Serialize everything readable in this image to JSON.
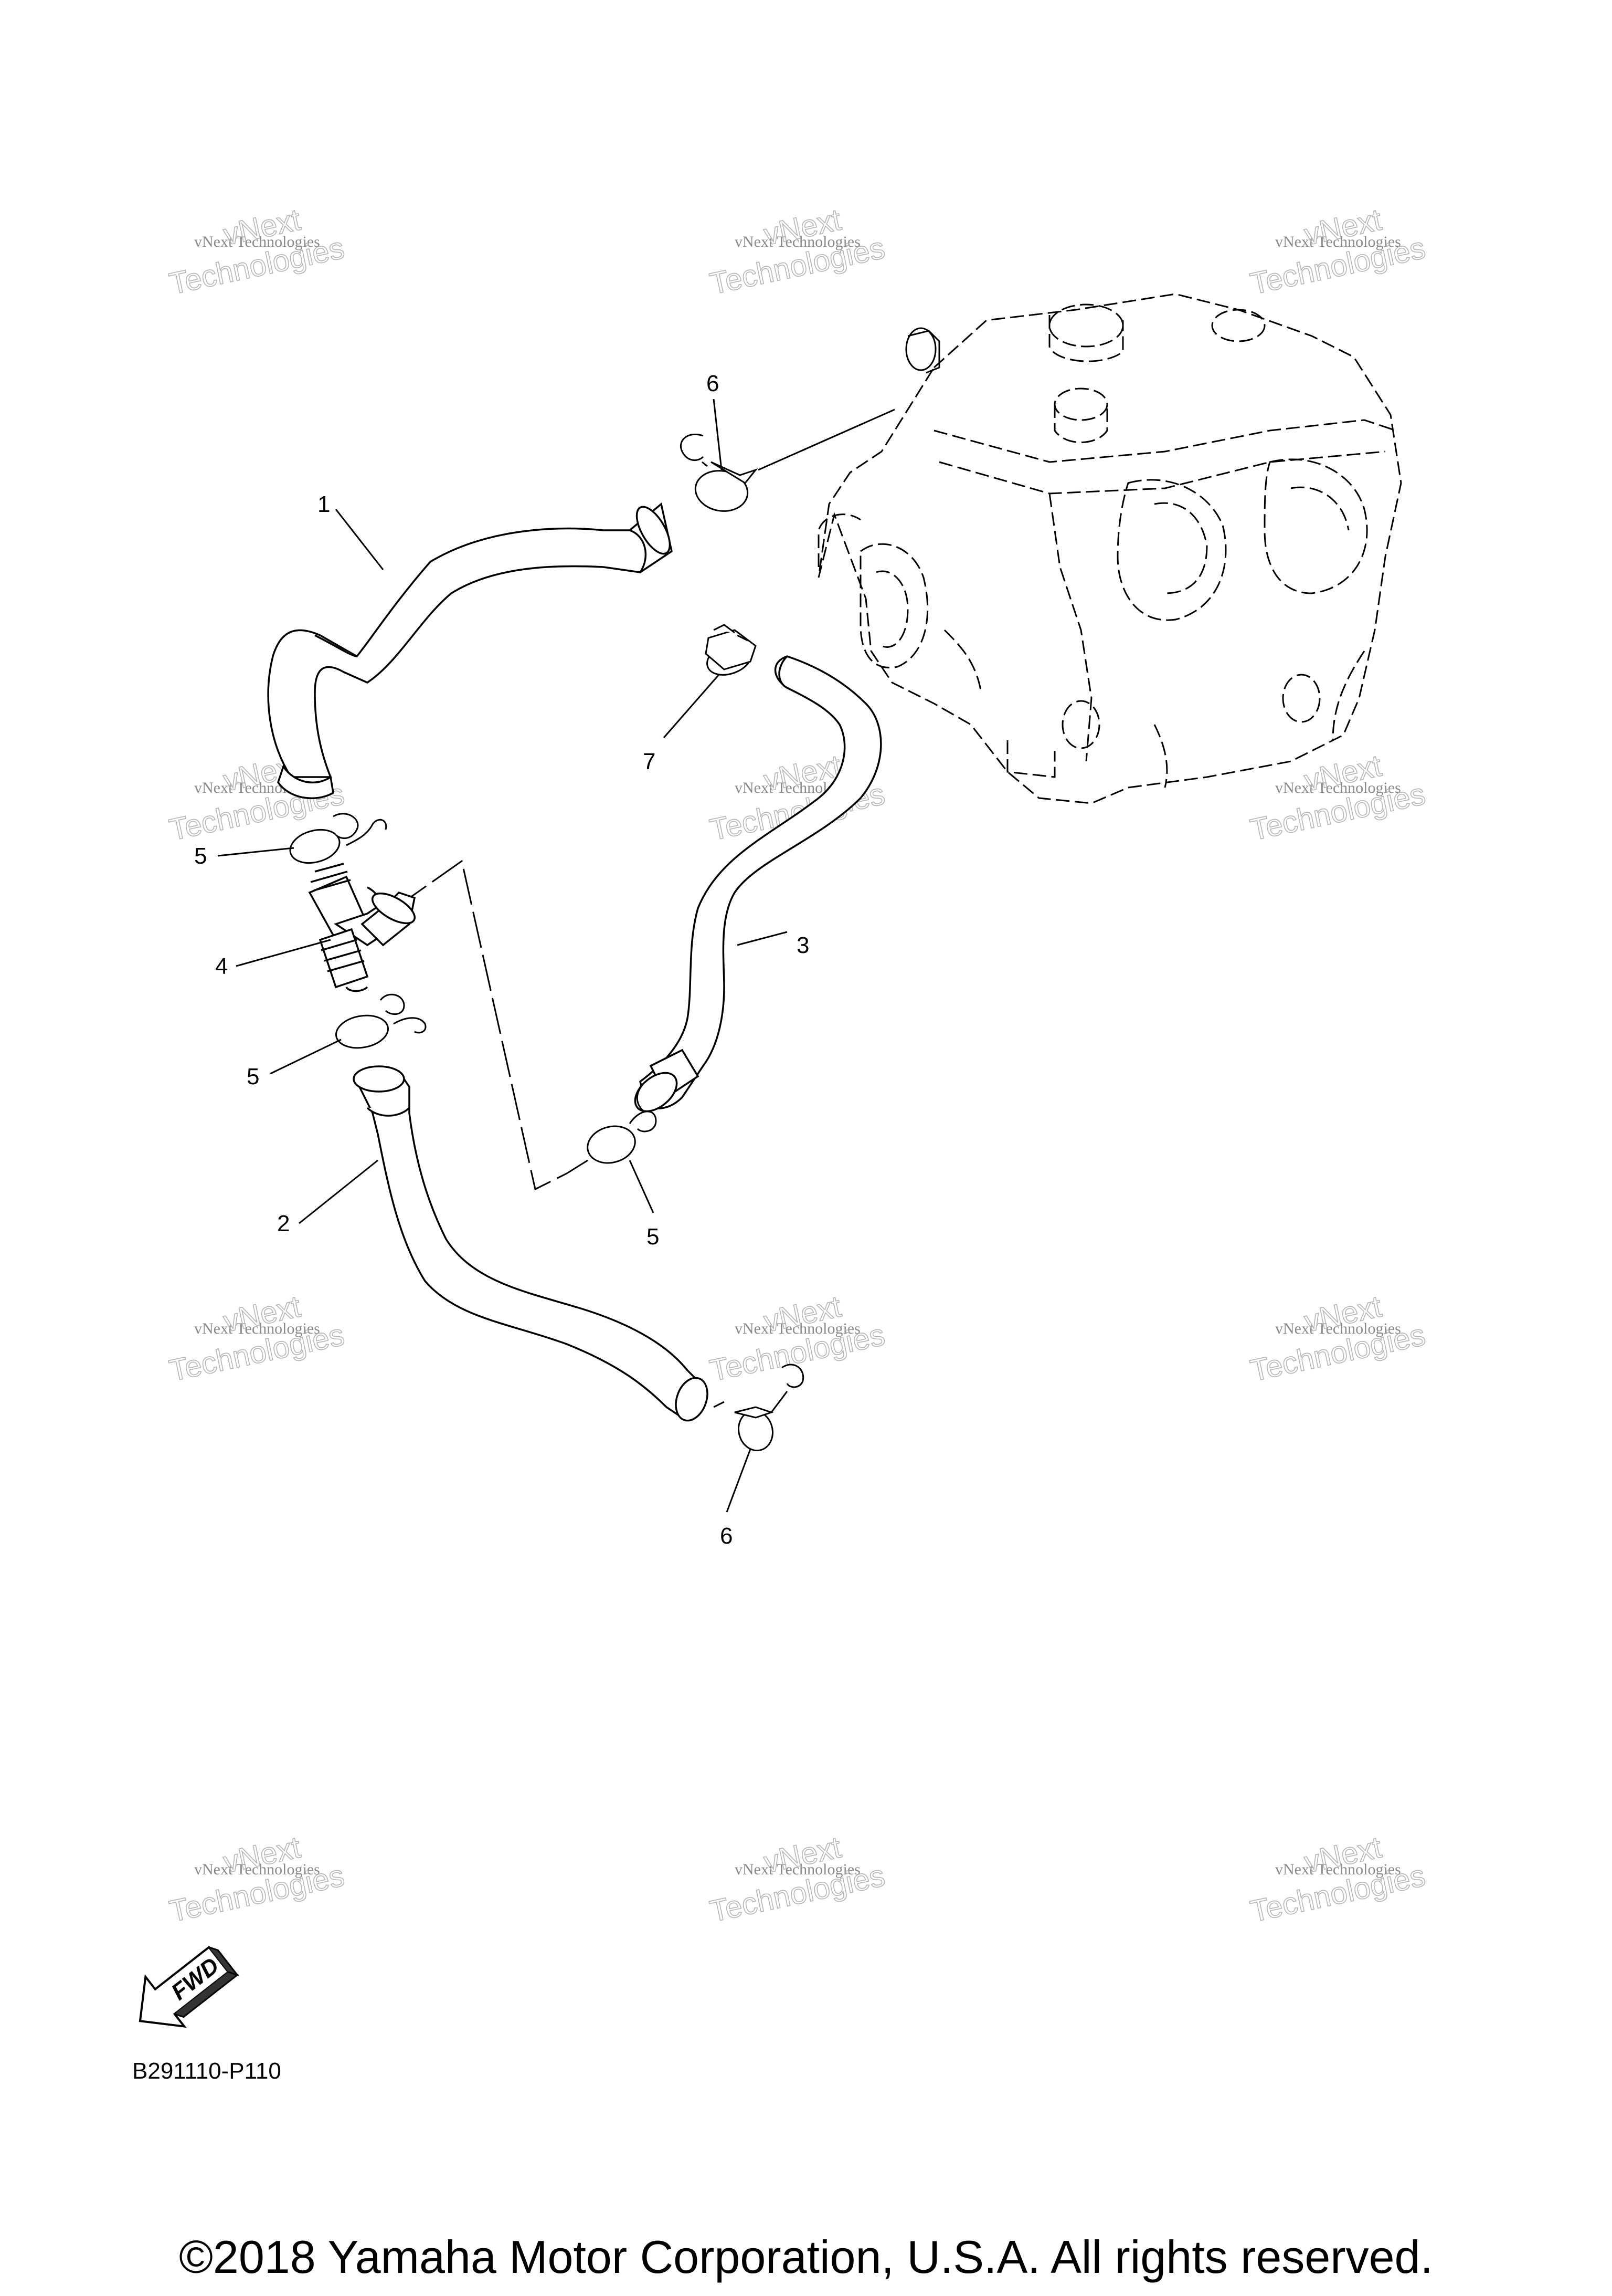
{
  "diagram": {
    "part_numbers": {
      "hose_upper": "1",
      "hose_lower": "2",
      "hose_right": "3",
      "joint": "4",
      "clip_a": "5",
      "clip_b": "5",
      "clip_c": "5",
      "clamp_top": "6",
      "clamp_bottom": "6",
      "clamp_mid": "7"
    },
    "fwd_label": "FWD",
    "watermark": {
      "line_small": "vNext Technologies",
      "line_big": "Technologies",
      "line_top": "vNext"
    },
    "code": "B291110-P110",
    "copyright": "©2018 Yamaha Motor Corporation, U.S.A. All rights reserved."
  }
}
